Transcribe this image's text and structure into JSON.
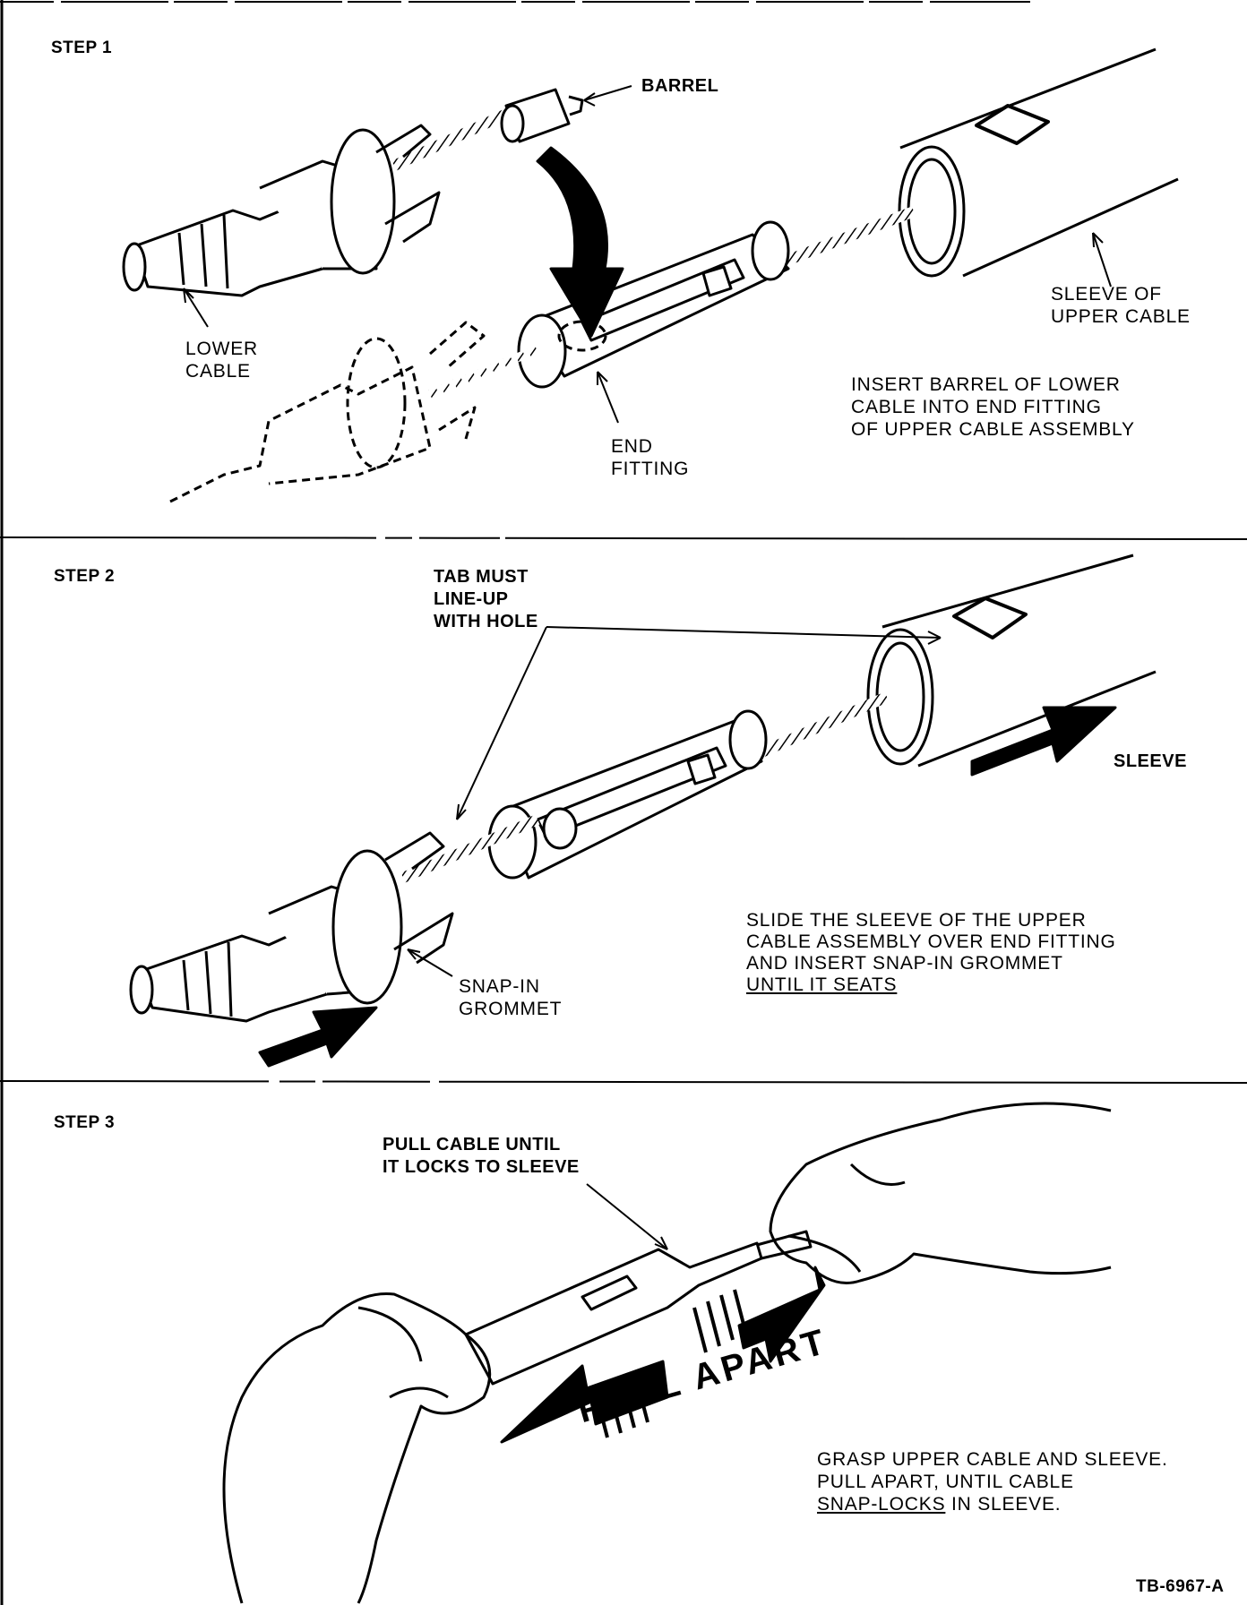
{
  "steps": [
    {
      "heading": "STEP 1",
      "labels": {
        "barrel": "BARREL",
        "lower_cable": [
          "LOWER",
          "CABLE"
        ],
        "end_fitting": [
          "END",
          "FITTING"
        ],
        "sleeve_upper": [
          "SLEEVE OF",
          "UPPER CABLE"
        ]
      },
      "instruction": [
        "INSERT BARREL OF LOWER",
        "CABLE INTO END FITTING",
        "OF UPPER CABLE ASSEMBLY"
      ]
    },
    {
      "heading": "STEP 2",
      "labels": {
        "tab": [
          "TAB MUST",
          "LINE-UP",
          "WITH HOLE"
        ],
        "sleeve": "SLEEVE",
        "grommet": [
          "SNAP-IN",
          "GROMMET"
        ]
      },
      "instruction": [
        "SLIDE THE SLEEVE OF THE UPPER",
        "CABLE ASSEMBLY OVER END FITTING",
        "AND INSERT SNAP-IN GROMMET",
        "UNTIL IT SEATS"
      ]
    },
    {
      "heading": "STEP 3",
      "labels": {
        "pull_cable": [
          "PULL CABLE UNTIL",
          "IT LOCKS TO SLEEVE"
        ],
        "pull_apart": "PULL APART"
      },
      "instruction_lines": [
        "GRASP UPPER CABLE AND SLEEVE.",
        "PULL APART, UNTIL CABLE"
      ],
      "instruction_emph": "SNAP-LOCKS",
      "instruction_tail": " IN SLEEVE."
    }
  ],
  "figure_id": "TB-6967-A"
}
